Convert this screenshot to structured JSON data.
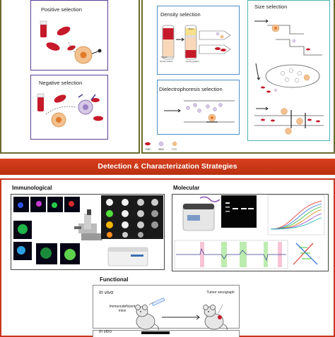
{
  "top": {
    "positive_label": "Positive selection",
    "negative_label": "Negative selection",
    "density_label": "Density selection",
    "size_label": "Size selection",
    "dielectro_label": "Dielectrophoresis selection",
    "density_tube_labels": [
      "Plasma",
      "Density medium",
      "Blood",
      "Density gradient"
    ],
    "legend": [
      "RBC",
      "WBC",
      "CTC"
    ]
  },
  "banner": "Detection & Characterization Strategies",
  "sections": {
    "immunological": "Immunological",
    "molecular": "Molecular",
    "functional": "Functional"
  },
  "functional": {
    "in_vivo": "In vivo",
    "immunodeficient": "Immunodeficient mice",
    "tumor_xenograph": "Tumor xenograph",
    "in_vitro": "In vitro"
  },
  "colors": {
    "frame": "#6b6a2e",
    "blue_box": "#4a8fc8",
    "purple_box": "#5a3d8f",
    "teal_box": "#4fb3b5",
    "banner": "#c8361a",
    "rbc": "#c61a2a",
    "ctc": "#f3c08e"
  }
}
